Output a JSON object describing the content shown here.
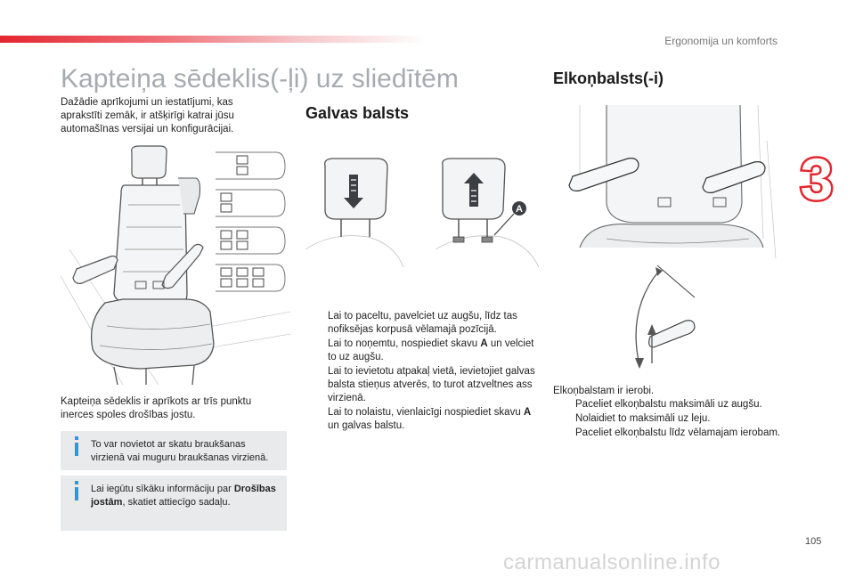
{
  "header": {
    "section": "Ergonomija un komforts"
  },
  "chapter_number": "3",
  "page_title": "Kapteiņa sēdeklis(-ļi) uz sliedītēm",
  "intro": "Dažādie aprīkojumi un iestatījumi, kas aprakstīti zemāk, ir atšķirīgi katrai jūsu automašīnas versijai un konfigurācijai.",
  "seat_paragraph": "Kapteiņa sēdeklis ir aprīkots ar trīs punktu inerces spoles drošības jostu.",
  "info_boxes": [
    {
      "text": "To var novietot ar skatu braukšanas virzienā vai muguru braukšanas virzienā."
    },
    {
      "text_pre": "Lai iegūtu sīkāku informāciju par ",
      "text_bold": "Drošības jostām",
      "text_post": ", skatiet attiecīgo sadaļu."
    }
  ],
  "headrest": {
    "title": "Galvas balsts",
    "label_a": "A",
    "steps": [
      {
        "pre": "Lai to paceltu, pavelciet uz augšu, līdz tas nofiksējas korpusā vēlamajā pozīcijā.",
        "bold": "",
        "post": ""
      },
      {
        "pre": "Lai to noņemtu, nospiediet skavu ",
        "bold": "A",
        "post": " un velciet to uz augšu."
      },
      {
        "pre": "Lai to ievietotu atpakaļ vietā, ievietojiet galvas balsta stieņus atverēs, to turot atzveltnes ass virzienā.",
        "bold": "",
        "post": ""
      },
      {
        "pre": "Lai to nolaistu, vienlaicīgi nospiediet skavu ",
        "bold": "A",
        "post": " un galvas balstu."
      }
    ]
  },
  "armrest": {
    "title": "Elkoņbalsts(-i)",
    "intro": "Elkoņbalstam ir ierobi.",
    "steps": [
      "Paceliet elkoņbalstu maksimāli uz augšu.",
      "Nolaidiet to maksimāli uz leju.",
      "Paceliet elkoņbalstu līdz vēlamajam ierobam."
    ]
  },
  "bullet_marker": "",
  "page_number": "105",
  "watermark": "carmanualsonline.info",
  "colors": {
    "accent_red": "#e3262f",
    "info_blue": "#2a9bd8",
    "title_grey": "#a7abb0",
    "box_grey": "#e8eaec"
  }
}
